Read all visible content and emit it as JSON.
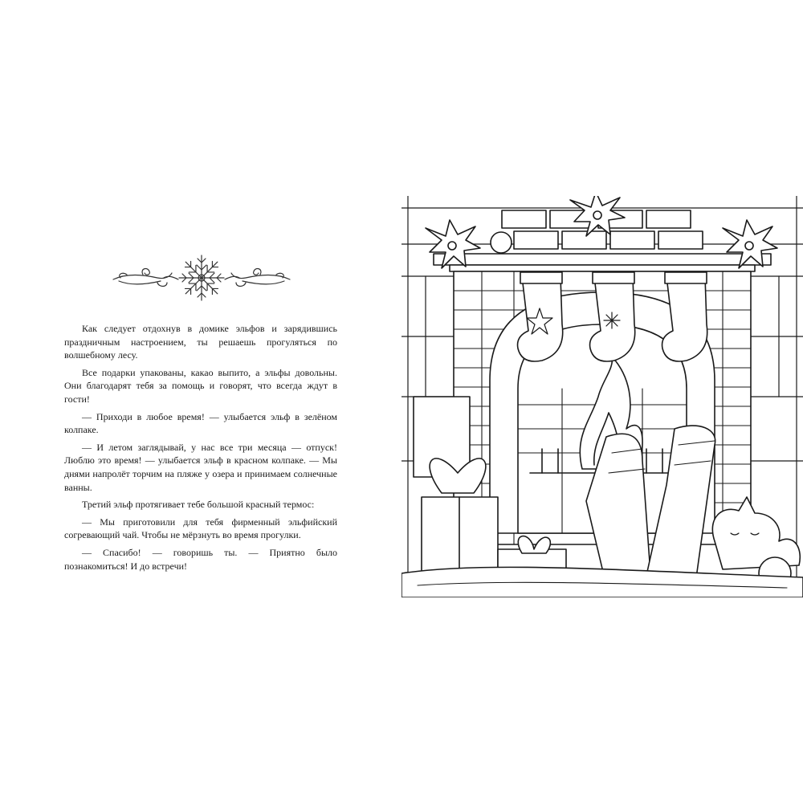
{
  "left_page": {
    "ornament_icon": "snowflake-flourish-icon",
    "paragraphs": [
      "Как следует отдохнув в домике эльфов и зарядившись праздничным настроением, ты решаешь прогуляться по волшебному лесу.",
      "Все подарки упакованы, какао выпито, а эльфы довольны. Они благодарят тебя за помощь и говорят, что всегда ждут в гости!",
      "— Приходи в любое время! — улыбается эльф в зелёном колпаке.",
      "— И летом заглядывай, у нас все три месяца — отпуск! Люблю это время! — улыбается эльф в красном колпаке. — Мы днями напролёт торчим на пляже у озера и принимаем солнечные ванны.",
      "Третий эльф протягивает тебе большой красный термос:",
      "— Мы приготовили для тебя фирменный эльфийский согревающий чай. Чтобы не мёрзнуть во время прогулки.",
      "— Спасибо! — говоришь ты. — Приятно было познакомиться! И до встречи!"
    ]
  },
  "right_page": {
    "illustration_icon": "fireplace-coloring-illustration"
  }
}
